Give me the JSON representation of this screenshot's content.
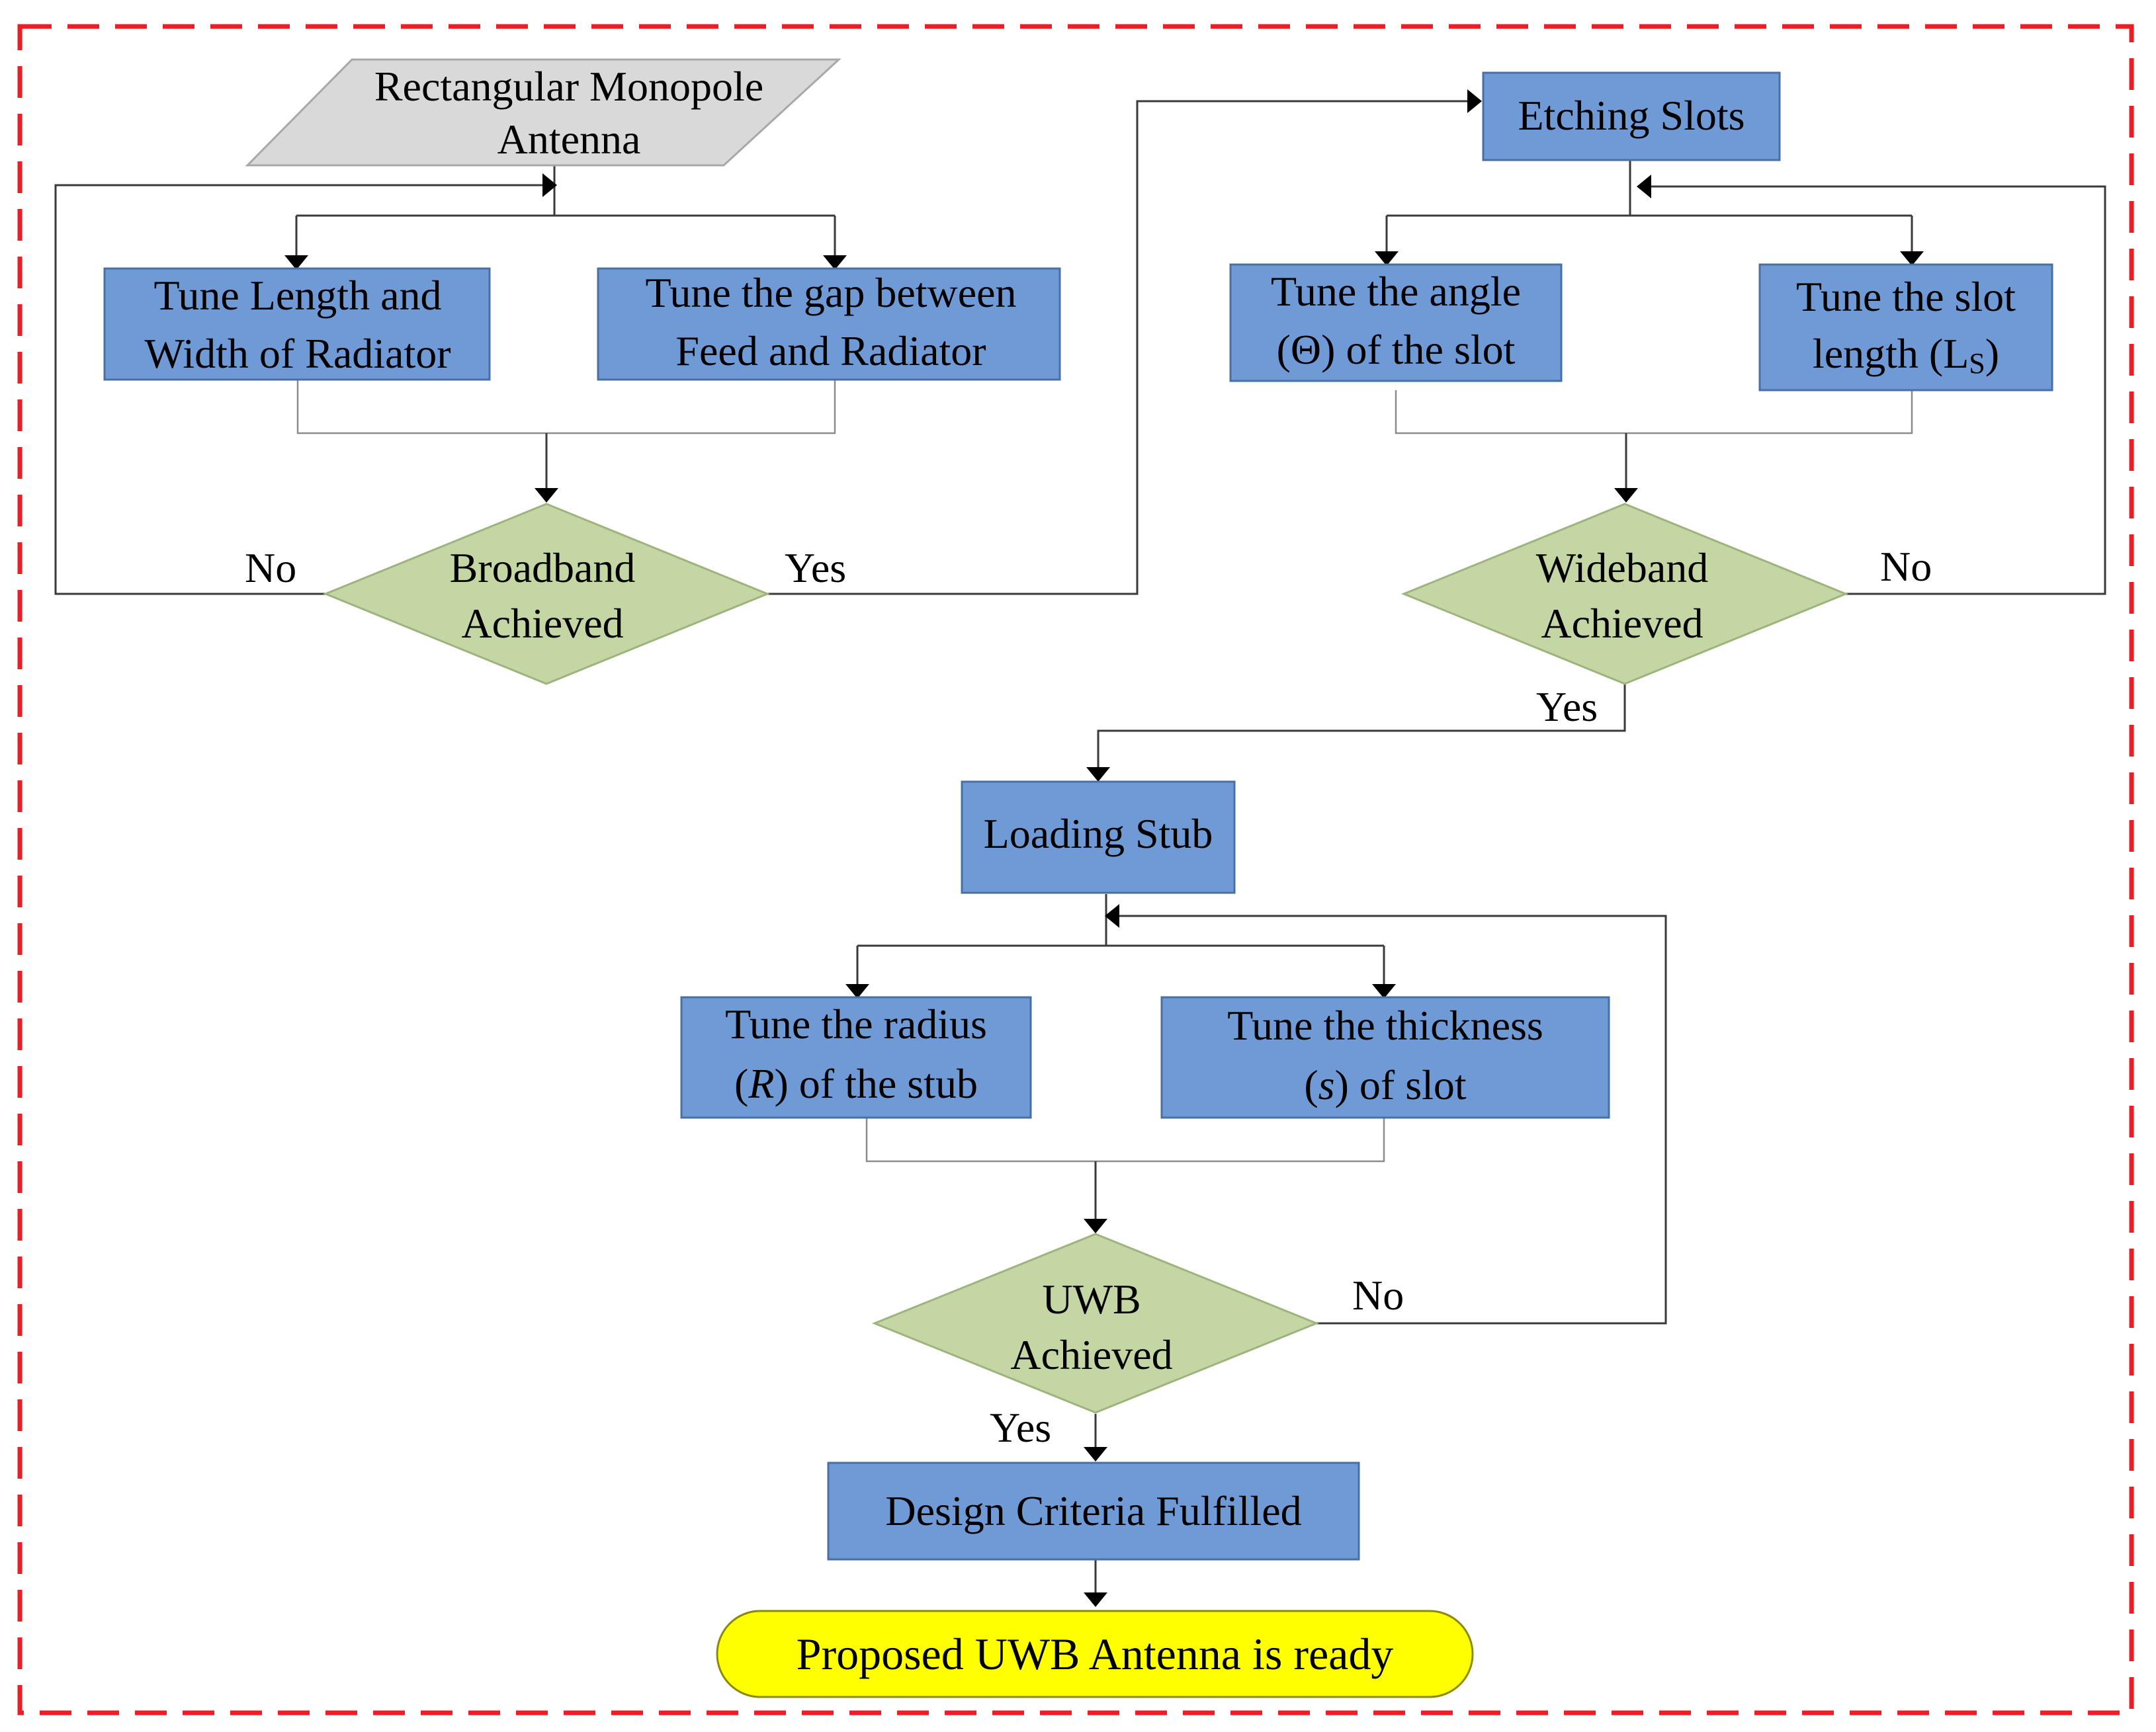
{
  "diagram": {
    "start": {
      "lines": [
        "Rectangular Monopole",
        "Antenna"
      ]
    },
    "tune_length": {
      "lines": [
        "Tune Length and",
        "Width of Radiator"
      ]
    },
    "tune_gap": {
      "lines": [
        "Tune the gap between",
        "Feed and Radiator"
      ]
    },
    "broadband": {
      "lines": [
        "Broadband",
        "Achieved"
      ]
    },
    "etching": {
      "lines": [
        "Etching Slots"
      ]
    },
    "tune_angle": {
      "lines": [
        "Tune the angle",
        "(Θ) of the slot"
      ]
    },
    "tune_slot_length": {
      "line1": "Tune the slot",
      "line2_main": "length (L",
      "line2_sub": "S",
      "line2_end": ")"
    },
    "wideband": {
      "lines": [
        "Wideband",
        "Achieved"
      ]
    },
    "loading_stub": {
      "lines": [
        "Loading Stub"
      ]
    },
    "tune_radius": {
      "line1": "Tune the radius",
      "line2_open": "(",
      "line2_var": "R",
      "line2_rest": ") of the stub"
    },
    "tune_thickness": {
      "line1": "Tune the thickness",
      "line2_open": "(",
      "line2_var": "s",
      "line2_rest": ") of slot"
    },
    "uwb": {
      "lines": [
        "UWB",
        "Achieved"
      ]
    },
    "design_criteria": {
      "lines": [
        "Design Criteria Fulfilled"
      ]
    },
    "final": {
      "lines": [
        "Proposed UWB Antenna is ready"
      ]
    },
    "labels": {
      "broadband_no": "No",
      "broadband_yes": "Yes",
      "wideband_no": "No",
      "wideband_yes": "Yes",
      "uwb_no": "No",
      "uwb_yes": "Yes"
    }
  },
  "colors": {
    "process_box": "#6f9ad6",
    "decision": "#c3d6a3",
    "start_shape": "#d9d9d9",
    "terminal": "#ffff00",
    "frame": "#ee1c24"
  }
}
